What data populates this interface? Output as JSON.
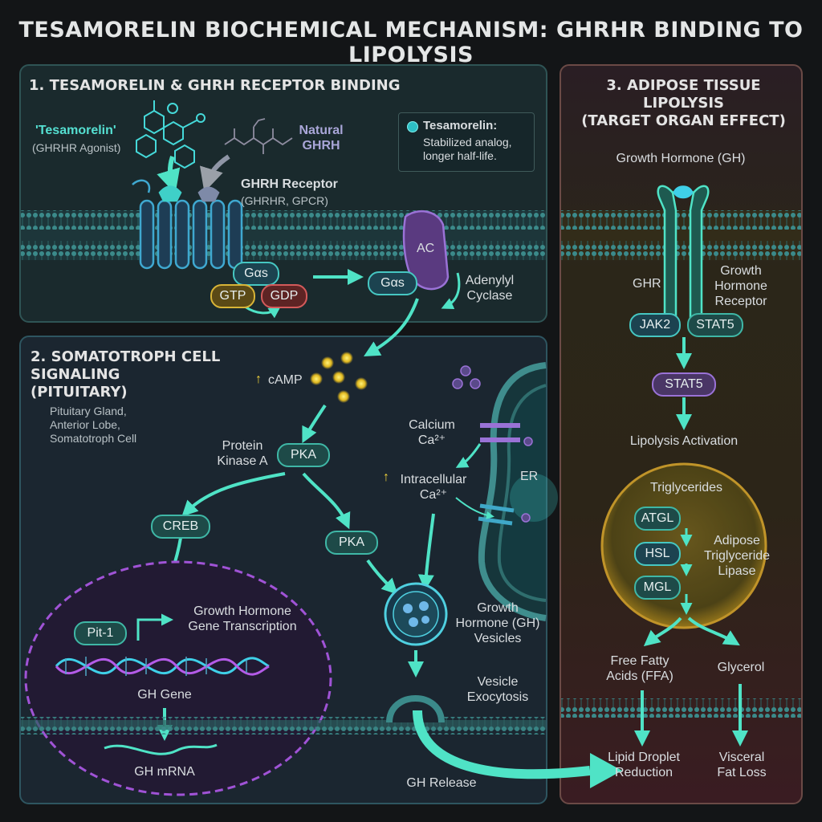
{
  "title": "TESAMORELIN BIOCHEMICAL MECHANISM: GHRHR BINDING TO LIPOLYSIS",
  "panel1": {
    "title": "1. TESAMORELIN & GHRH RECEPTOR BINDING",
    "tesamorelin_label": "'Tesamorelin'",
    "tesamorelin_sub": "(GHRHR Agonist)",
    "natural_ghrh": "Natural\nGHRH",
    "receptor_label": "GHRH Receptor",
    "receptor_sub": "(GHRHR, GPCR)",
    "info_title": "Tesamorelin:",
    "info_body": "Stabilized analog,\nlonger half-life.",
    "gas1": "Gαs",
    "gtp": "GTP",
    "gdp": "GDP",
    "gas2": "Gαs",
    "ac": "AC",
    "ac_label": "Adenylyl\nCyclase"
  },
  "panel2": {
    "title": "2. SOMATOTROPH CELL\nSIGNALING\n(PITUITARY)",
    "subtitle": "Pituitary Gland,\nAnterior Lobe,\nSomatotroph Cell",
    "camp_arrow": "↑",
    "camp": "cAMP",
    "pka_label": "Protein\nKinase A",
    "pka": "PKA",
    "pka2": "PKA",
    "creb": "CREB",
    "pit1": "Pit-1",
    "gh_transcription": "Growth Hormone\nGene Transcription",
    "gh_gene": "GH Gene",
    "gh_mrna": "GH mRNA",
    "calcium": "Calcium\nCa²⁺",
    "intra_arrow": "↑",
    "intracellular": "Intracellular\nCa²⁺",
    "er": "ER",
    "vesicles": "Growth\nHormone (GH)\nVesicles",
    "exocytosis": "Vesicle\nExocytosis",
    "gh_release": "GH Release"
  },
  "panel3": {
    "title": "3. ADIPOSE TISSUE LIPOLYSIS\n(TARGET ORGAN EFFECT)",
    "gh": "Growth Hormone (GH)",
    "ghr": "GHR",
    "ghr_full": "Growth\nHormone\nReceptor",
    "jak2": "JAK2",
    "stat5a": "STAT5",
    "stat5b": "STAT5",
    "lipolysis": "Lipolysis Activation",
    "triglycerides": "Triglycerides",
    "atgl": "ATGL",
    "hsl": "HSL",
    "mgl": "MGL",
    "atgl_full": "Adipose\nTriglyceride\nLipase",
    "ffa": "Free Fatty\nAcids (FFA)",
    "glycerol": "Glycerol",
    "lipid_droplet": "Lipid Droplet\nReduction",
    "visceral": "Visceral\nFat Loss"
  },
  "colors": {
    "teal": "#4fe3c6",
    "purple": "#9a72d6",
    "gold": "#e6c23a",
    "red": "#d35a5a",
    "membrane": "#3f8d8d"
  }
}
